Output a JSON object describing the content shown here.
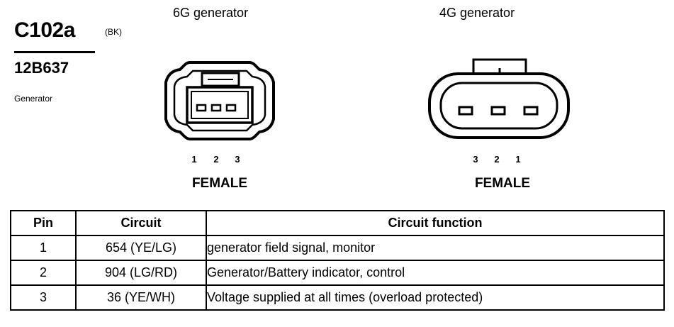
{
  "header": {
    "connector_id": "C102a",
    "color_code": "(BK)",
    "part_number": "12B637",
    "component": "Generator"
  },
  "views": [
    {
      "title": "6G generator",
      "pin_labels": [
        "1",
        "2",
        "3"
      ],
      "gender": "FEMALE"
    },
    {
      "title": "4G generator",
      "pin_labels": [
        "3",
        "2",
        "1"
      ],
      "gender": "FEMALE"
    }
  ],
  "table": {
    "headers": [
      "Pin",
      "Circuit",
      "Circuit function"
    ],
    "rows": [
      {
        "pin": "1",
        "circuit": "654 (YE/LG)",
        "function": "generator field signal, monitor"
      },
      {
        "pin": "2",
        "circuit": "904 (LG/RD)",
        "function": "Generator/Battery indicator, control"
      },
      {
        "pin": "3",
        "circuit": "36 (YE/WH)",
        "function": "Voltage supplied at all times (overload protected)"
      }
    ]
  }
}
